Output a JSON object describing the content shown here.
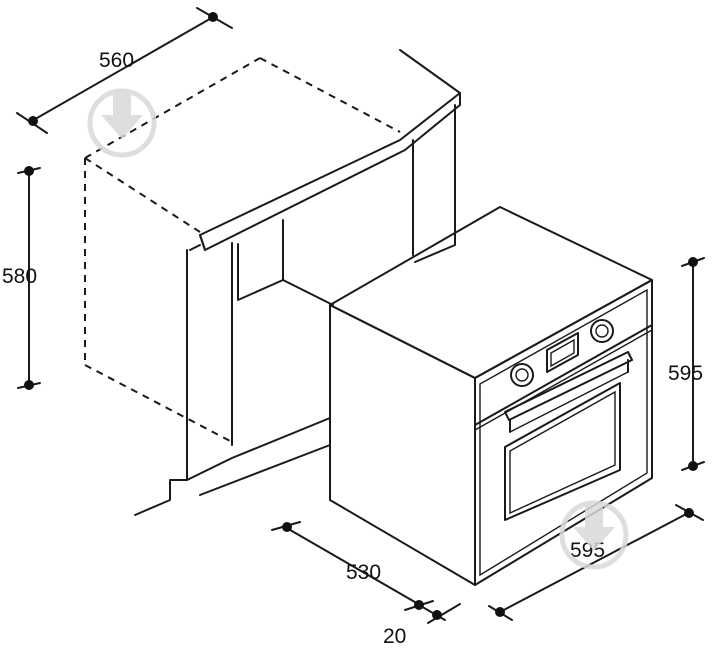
{
  "dimensions": {
    "cabinet_width": "560",
    "cabinet_height": "580",
    "oven_height": "595",
    "oven_width": "595",
    "oven_depth": "530",
    "front_panel_depth": "20"
  },
  "icons": {
    "watermark": "download-arrow-icon"
  },
  "colors": {
    "line": "#1a1a1a",
    "watermark": "#d9d9d9",
    "background": "#ffffff"
  }
}
